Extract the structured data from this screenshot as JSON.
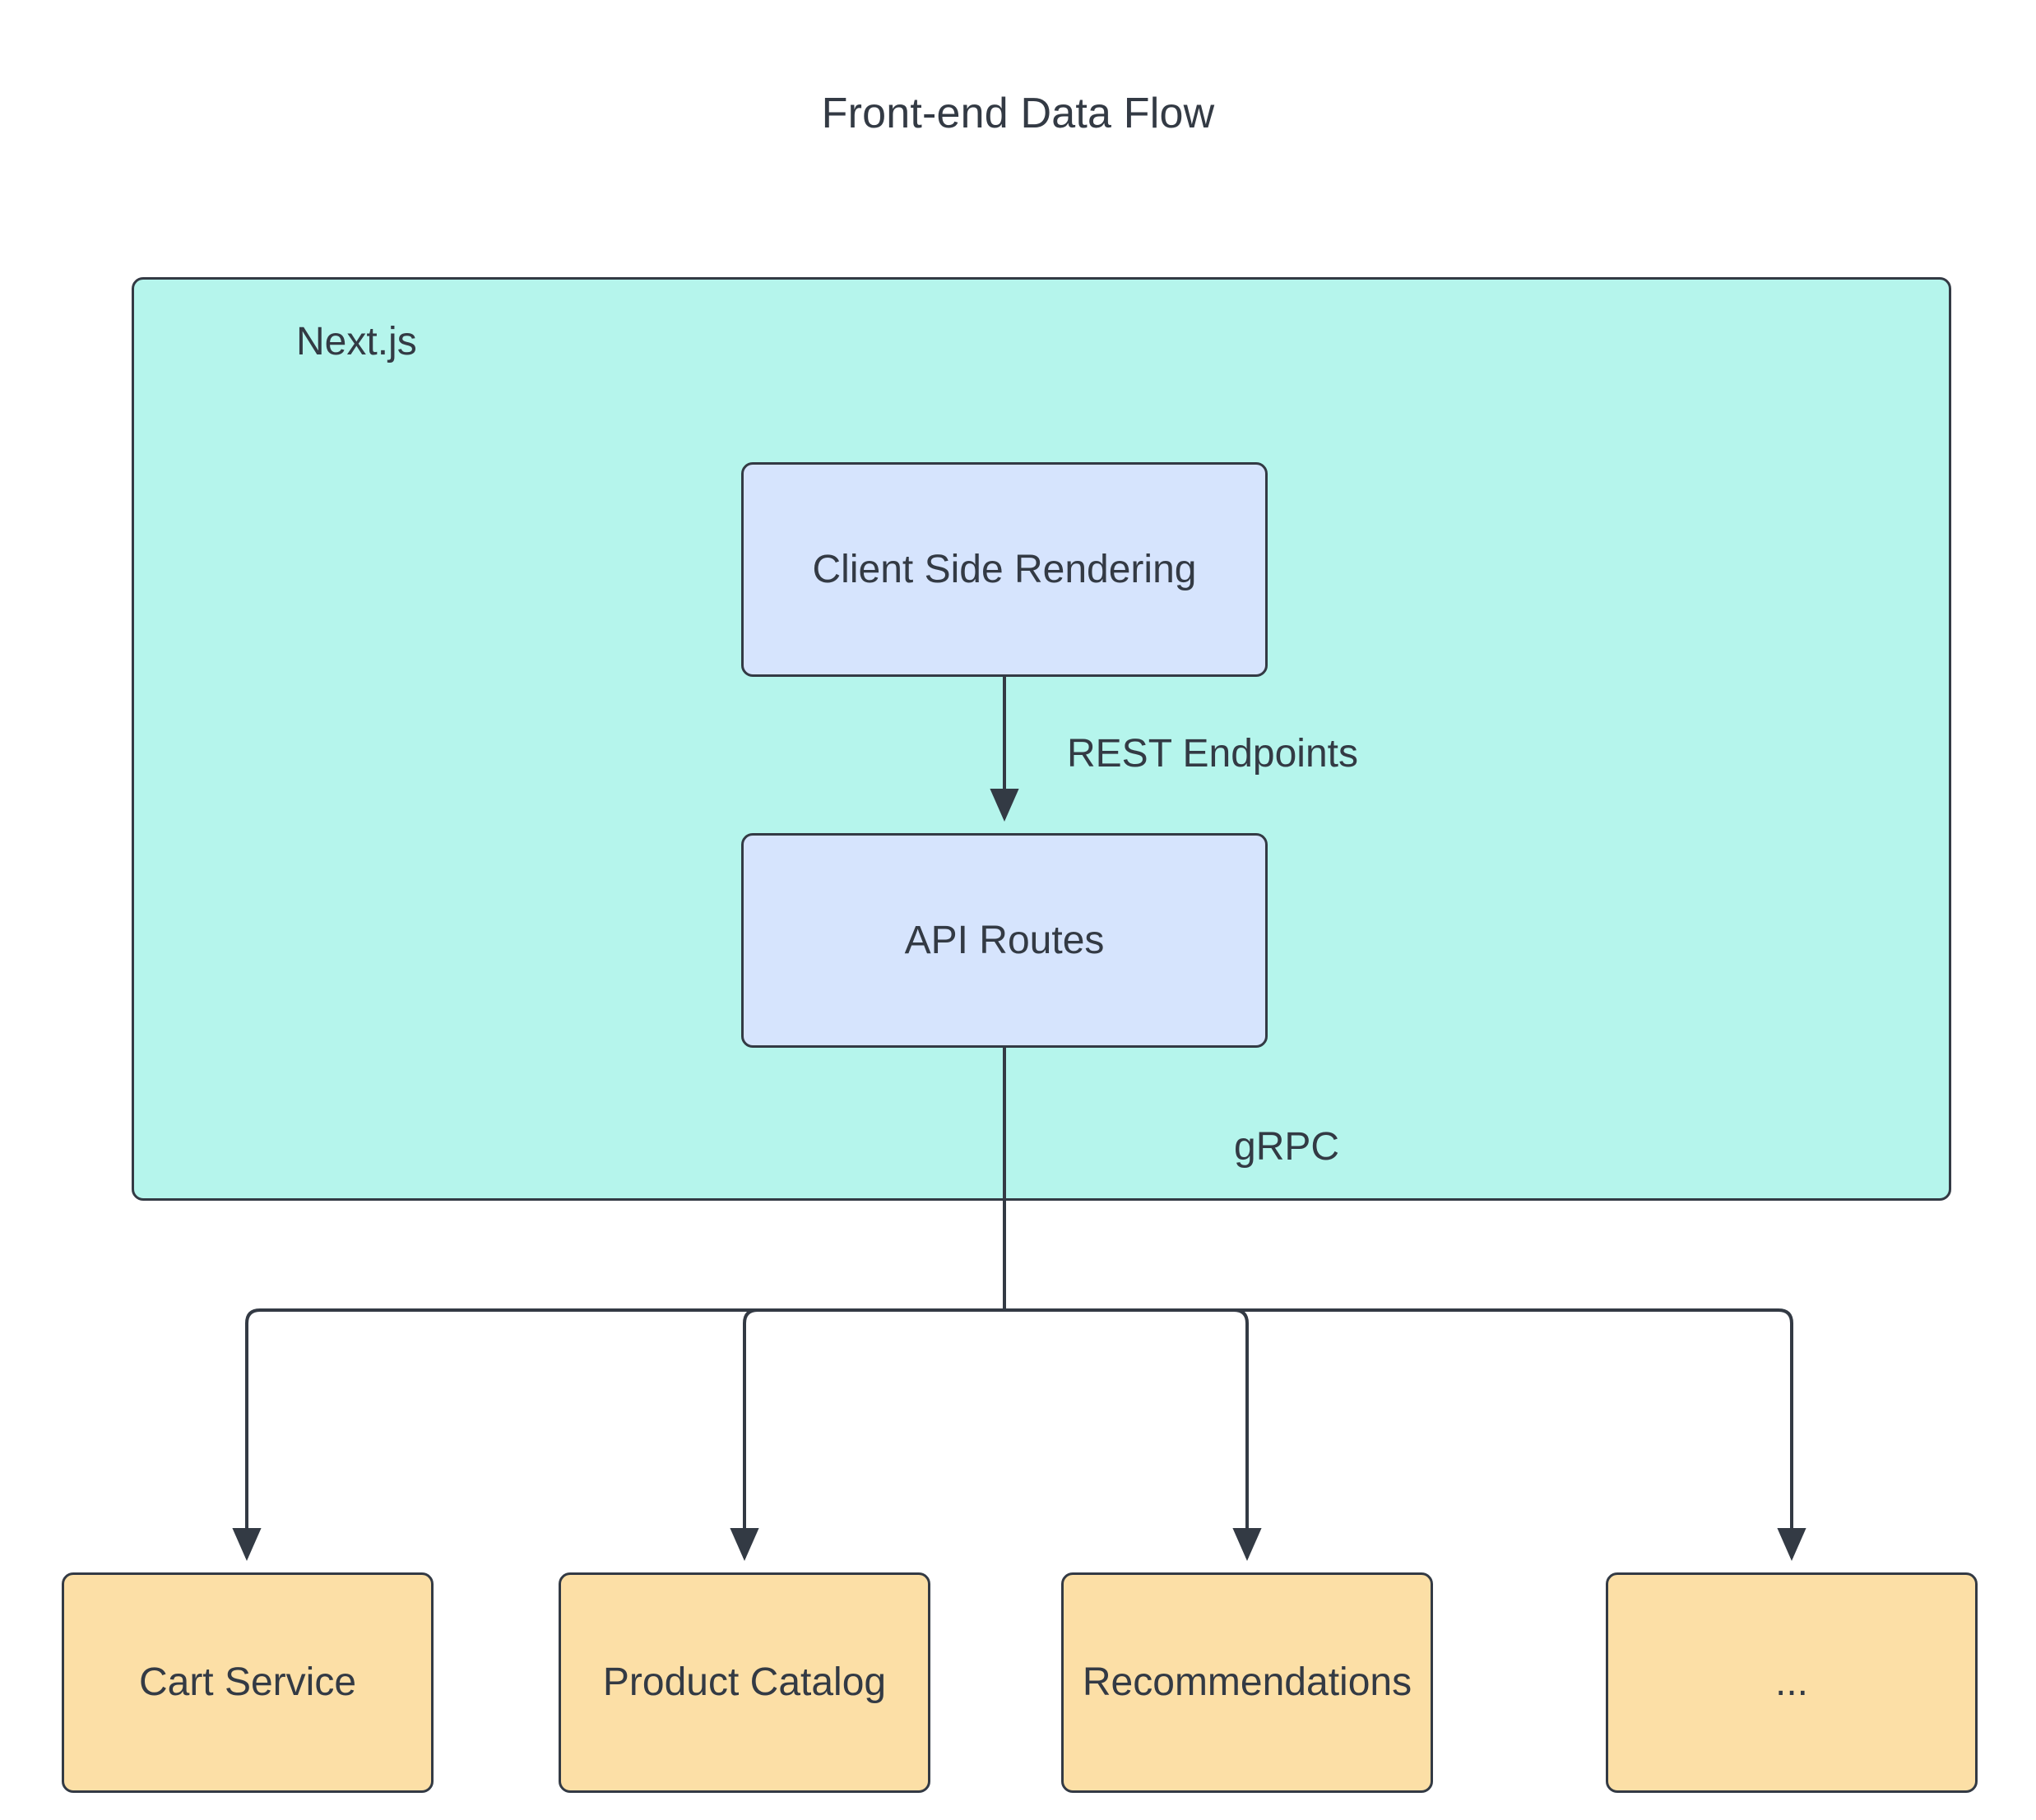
{
  "diagram": {
    "title": "Front-end Data Flow",
    "type": "flowchart",
    "direction": "top-down",
    "background_color": "#ffffff",
    "text_color": "#333a44",
    "border_color": "#333a44"
  },
  "cluster": {
    "label": "Next.js",
    "fill_color": "#b5f5ec",
    "nodes": [
      {
        "id": "csr",
        "label": "Client Side Rendering",
        "fill_color": "#d6e4fd"
      },
      {
        "id": "api",
        "label": "API Routes",
        "fill_color": "#d6e4fd"
      }
    ]
  },
  "services": {
    "fill_color": "#fcdfa6",
    "nodes": [
      {
        "id": "cart",
        "label": "Cart Service"
      },
      {
        "id": "catalog",
        "label": "Product Catalog"
      },
      {
        "id": "recommendations",
        "label": "Recommendations"
      },
      {
        "id": "more",
        "label": "..."
      }
    ]
  },
  "edges": [
    {
      "from": "csr",
      "to": "api",
      "label": "REST Endpoints"
    },
    {
      "from": "api",
      "to": "cart",
      "label": "gRPC"
    },
    {
      "from": "api",
      "to": "catalog",
      "label": ""
    },
    {
      "from": "api",
      "to": "recommendations",
      "label": ""
    },
    {
      "from": "api",
      "to": "more",
      "label": ""
    }
  ],
  "edge_labels": {
    "rest": "REST Endpoints",
    "grpc": "gRPC"
  }
}
